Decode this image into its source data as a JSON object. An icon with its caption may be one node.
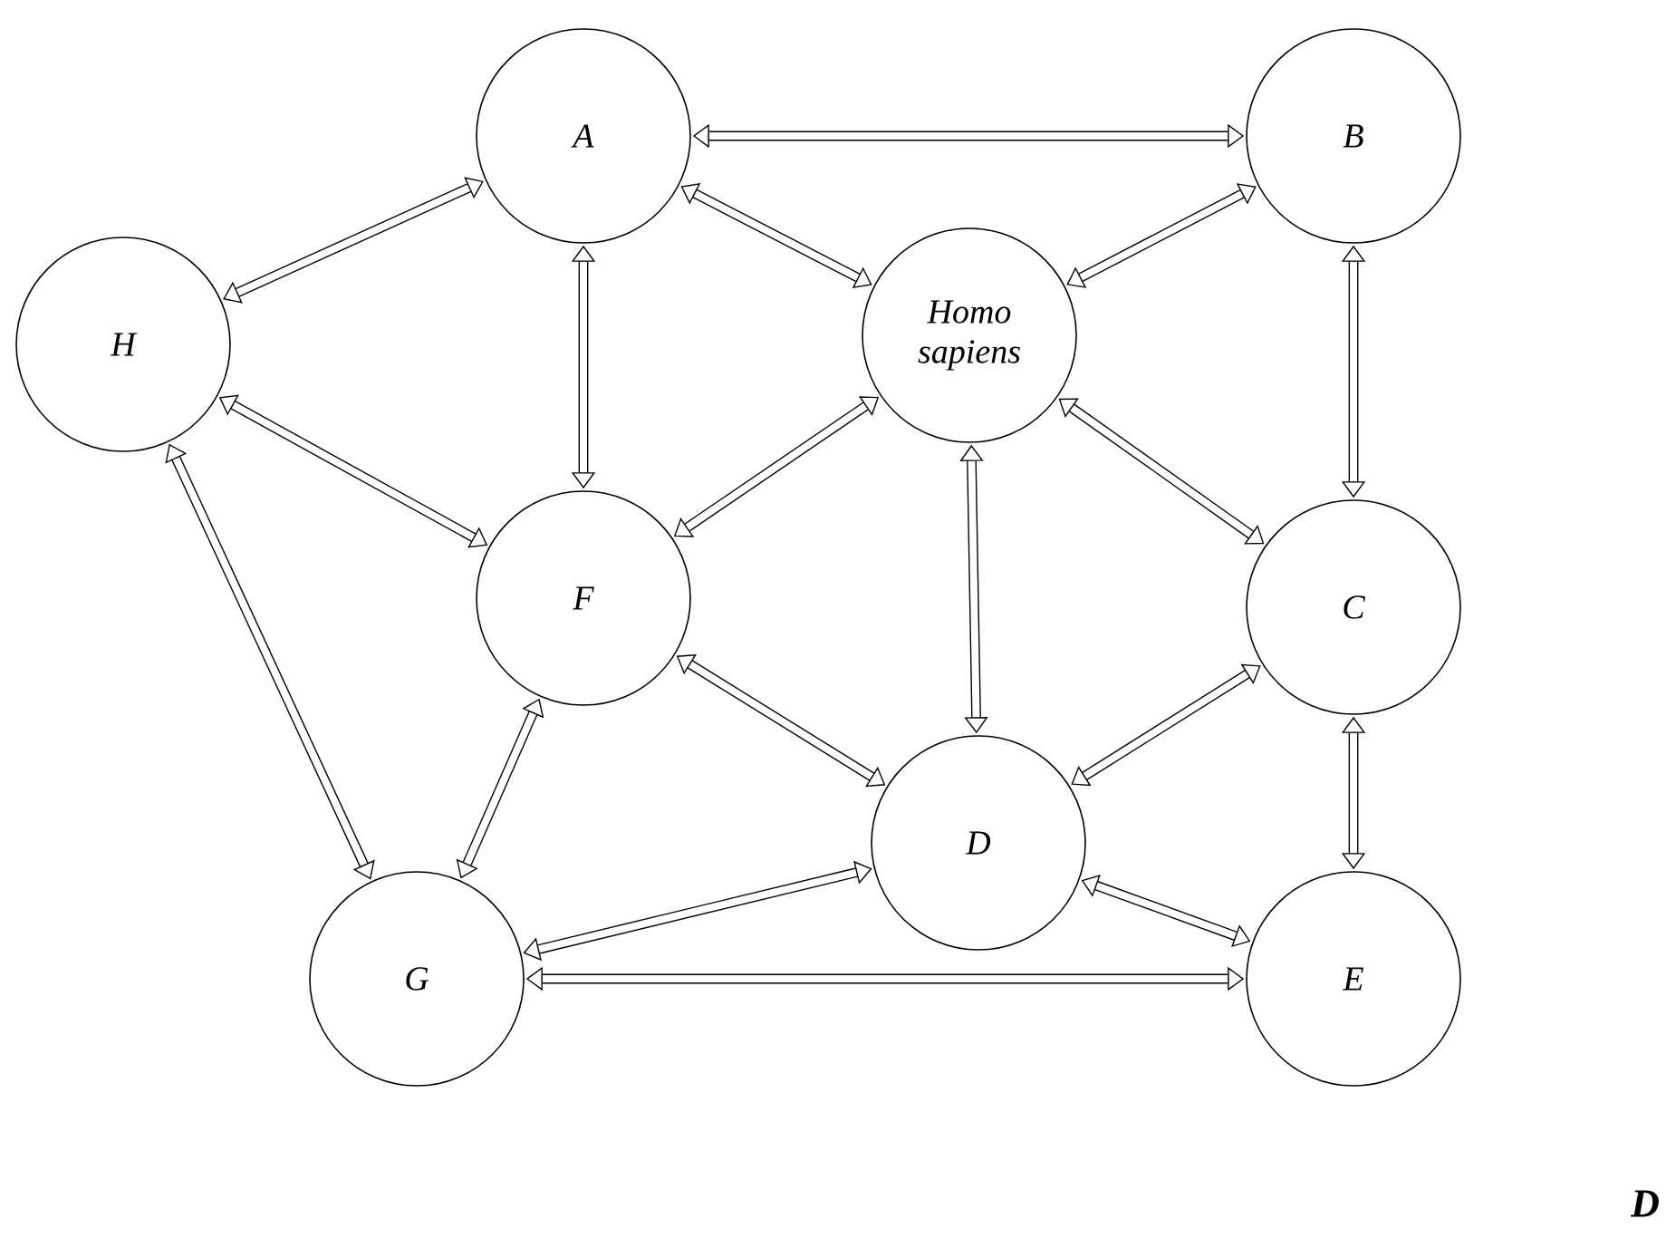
{
  "diagram": {
    "nodes": [
      {
        "text": [
          "A"
        ]
      },
      {
        "text": [
          "B"
        ]
      },
      {
        "text": [
          "H"
        ]
      },
      {
        "text": [
          "Homo sapiens"
        ]
      },
      {
        "text": [
          "F"
        ]
      },
      {
        "text": [
          "C"
        ]
      },
      {
        "text": [
          "D"
        ]
      },
      {
        "text": [
          "G"
        ]
      },
      {
        "text": [
          "E"
        ]
      }
    ],
    "edges": [
      {
        "from": 0,
        "to": 1,
        "arrow": "both"
      },
      {
        "from": 0,
        "to": 2,
        "arrow": "both"
      },
      {
        "from": 0,
        "to": 4,
        "arrow": "both"
      },
      {
        "from": 0,
        "to": 3,
        "arrow": "both"
      },
      {
        "from": 1,
        "to": 3,
        "arrow": "both"
      },
      {
        "from": 1,
        "to": 5,
        "arrow": "both"
      },
      {
        "from": 2,
        "to": 4,
        "arrow": "both"
      },
      {
        "from": 2,
        "to": 7,
        "arrow": "both"
      },
      {
        "from": 3,
        "to": 4,
        "arrow": "both"
      },
      {
        "from": 3,
        "to": 5,
        "arrow": "both"
      },
      {
        "from": 3,
        "to": 6,
        "arrow": "both"
      },
      {
        "from": 4,
        "to": 6,
        "arrow": "both"
      },
      {
        "from": 4,
        "to": 7,
        "arrow": "both"
      },
      {
        "from": 5,
        "to": 6,
        "arrow": "both"
      },
      {
        "from": 5,
        "to": 8,
        "arrow": "both"
      },
      {
        "from": 6,
        "to": 7,
        "arrow": "both"
      },
      {
        "from": 6,
        "to": 8,
        "arrow": "both"
      },
      {
        "from": 7,
        "to": 8,
        "arrow": "both"
      }
    ],
    "labels": [
      "D"
    ]
  }
}
